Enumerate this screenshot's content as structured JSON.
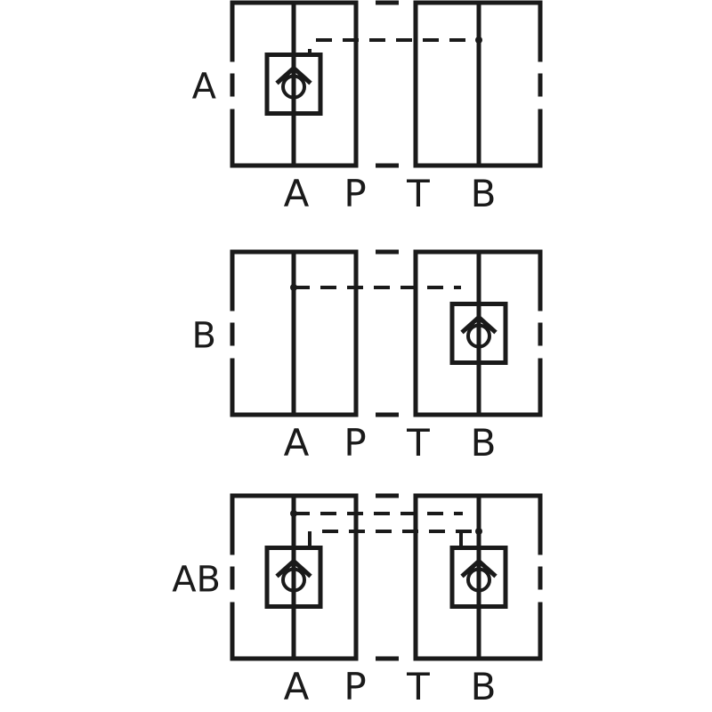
{
  "diagram": {
    "title": "Hydraulic pilot-operated check valve symbols",
    "colors": {
      "line": "#1a1a1a",
      "background": "#ffffff"
    },
    "port_labels": [
      "A",
      "P",
      "T",
      "B"
    ],
    "variants": [
      {
        "id": "A",
        "label": "A",
        "check_valves": [
          "A"
        ],
        "pilot_lines": [
          "B-to-A"
        ]
      },
      {
        "id": "B",
        "label": "B",
        "check_valves": [
          "B"
        ],
        "pilot_lines": [
          "A-to-B"
        ]
      },
      {
        "id": "AB",
        "label": "AB",
        "check_valves": [
          "A",
          "B"
        ],
        "pilot_lines": [
          "A-to-B",
          "B-to-A"
        ]
      }
    ]
  }
}
